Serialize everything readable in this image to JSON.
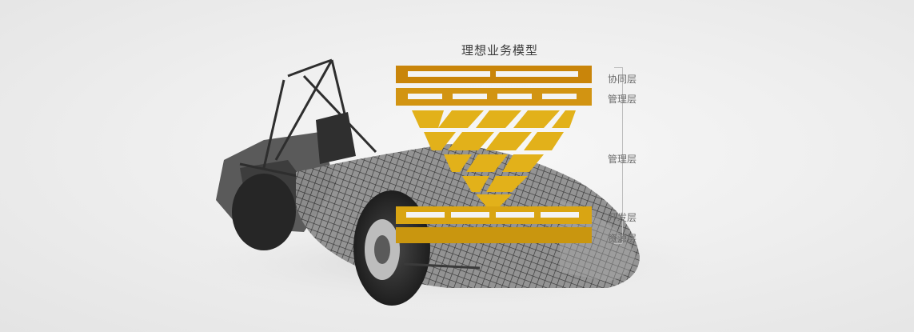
{
  "diagram": {
    "title": "理想业务模型",
    "layers": [
      {
        "label": "协同层"
      },
      {
        "label": "管理层"
      },
      {
        "label": "管理层"
      },
      {
        "label": "开发层"
      },
      {
        "label": "资源层"
      }
    ]
  },
  "colors": {
    "gold_dark": "#c9850a",
    "gold": "#d9a513",
    "gold_light": "#e8be1c",
    "label_gray": "#6a6a6a"
  },
  "background_image": {
    "subject": "race-car-photo"
  }
}
